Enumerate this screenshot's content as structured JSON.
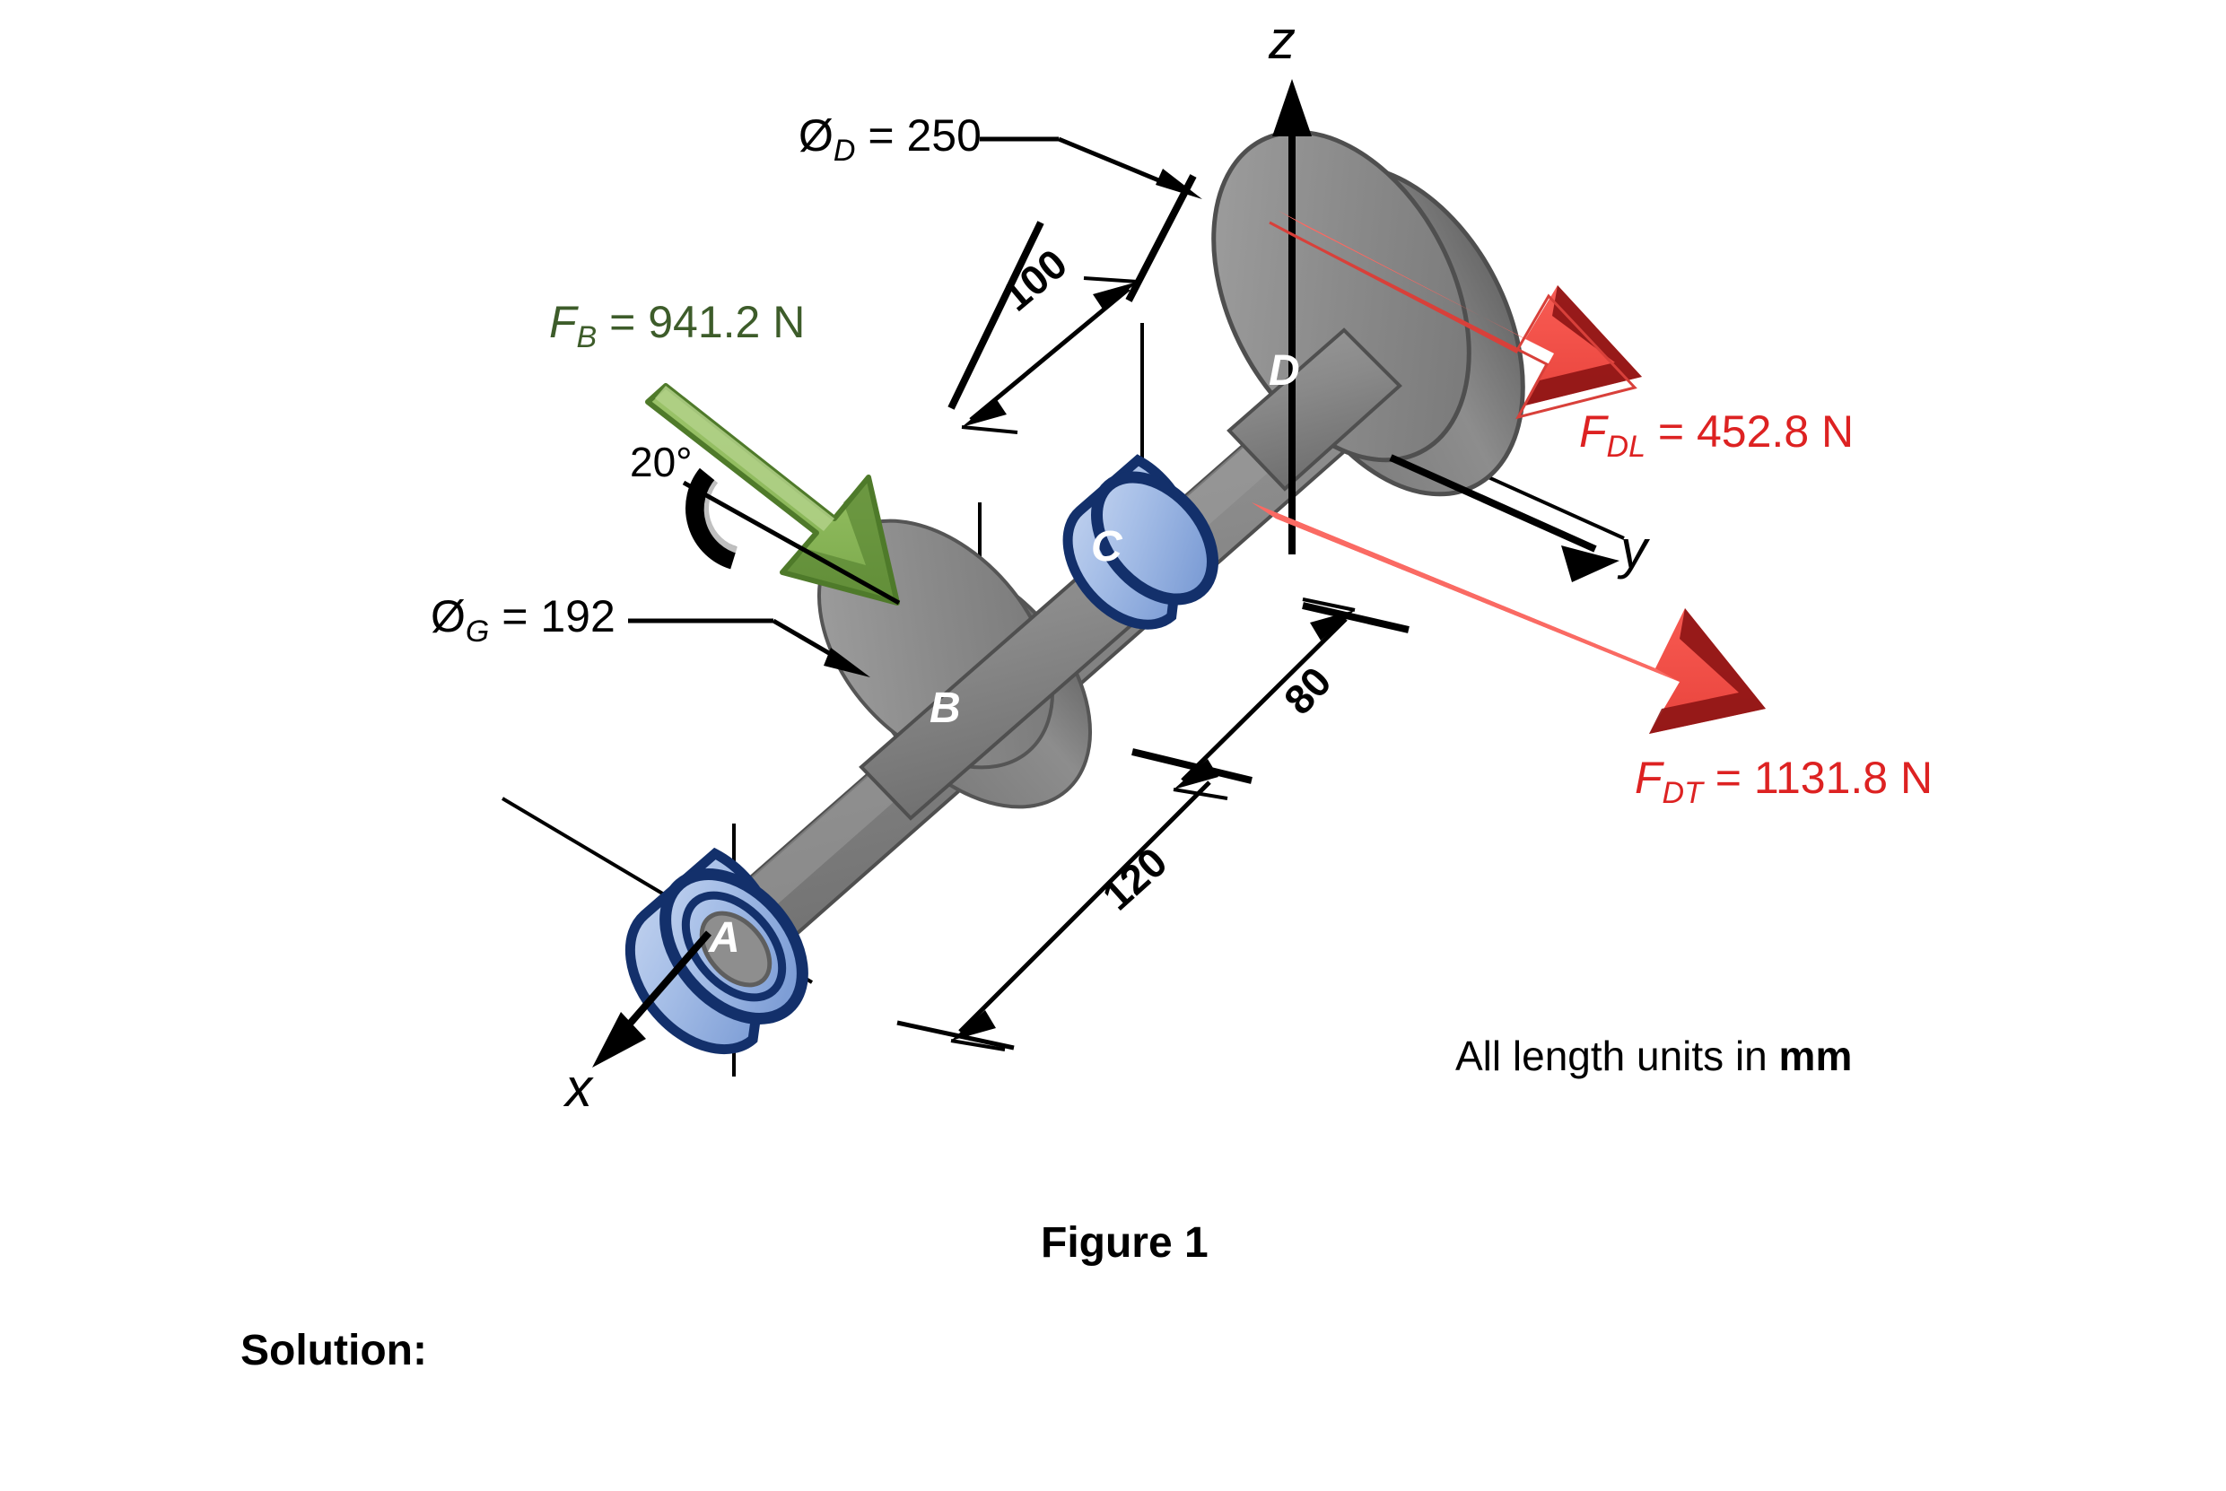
{
  "figure": {
    "title": "Figure 1",
    "solution_label": "Solution:",
    "units_note_prefix": "All length units in ",
    "units_note_bold": "mm"
  },
  "axes": {
    "z": "z",
    "y": "y",
    "x": "x"
  },
  "parts": {
    "bearing_a": "A",
    "gear_b": "B",
    "bearing_c": "C",
    "pulley_d": "D"
  },
  "diameters": {
    "d_symbol": "Ø",
    "d_sub": "D",
    "d_eq": " = 250",
    "d_full": "250",
    "g_symbol": "Ø",
    "g_sub": "G",
    "g_eq": " = 192",
    "g_full": "192"
  },
  "forces": {
    "fb": {
      "symbol": "F",
      "sub": "B",
      "eq": " = 941.2 N",
      "value": "941.2",
      "unit": "N",
      "color": "#3d5c2a"
    },
    "fdl": {
      "symbol": "F",
      "sub": "DL",
      "eq": " = 452.8 N",
      "value": "452.8",
      "unit": "N",
      "color": "#dd2222"
    },
    "fdt": {
      "symbol": "F",
      "sub": "DT",
      "eq": " = 1131.8 N",
      "value": "1131.8",
      "unit": "N",
      "color": "#dd2222"
    }
  },
  "angle": {
    "pressure_angle": "20°"
  },
  "dimensions": {
    "d100": "100",
    "d80": "80",
    "d120": "120"
  },
  "colors": {
    "shaft_gray": "#878787",
    "bearing_blue": "#9cb6e0",
    "bearing_rim": "#1a3a78",
    "arrow_red": "#f4544c",
    "arrow_red_dark": "#8d1414",
    "arrow_green": "#8cb85a",
    "arrow_green_dark": "#4f7a2a"
  }
}
